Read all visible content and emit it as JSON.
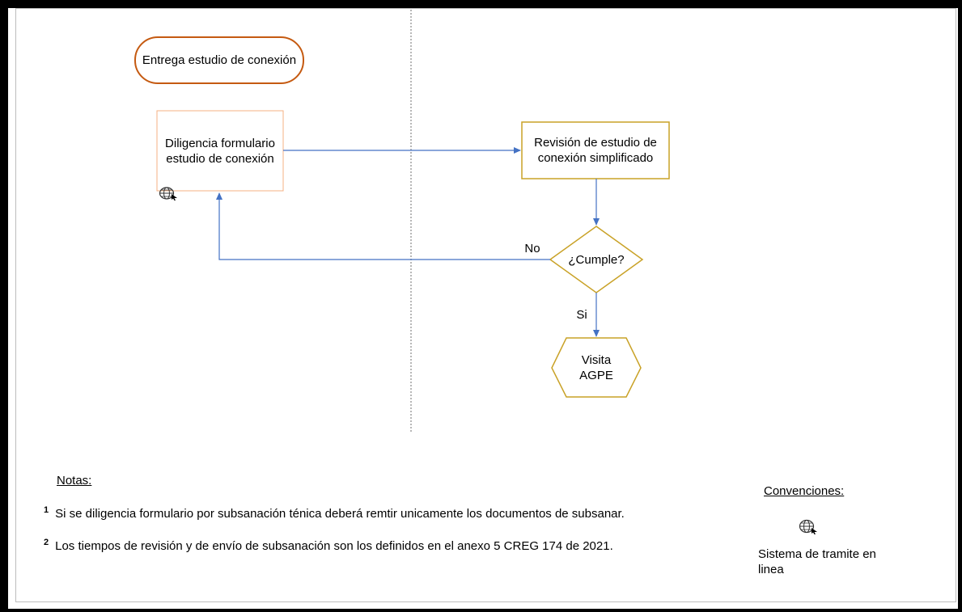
{
  "diagram": {
    "start_label": "Entrega estudio de conexión",
    "step1_label": "Diligencia formulario estudio de conexión",
    "step2_label": "Revisión de estudio de conexión simplificado",
    "decision_label": "¿Cumple?",
    "no_label": "No",
    "yes_label": "Si",
    "end_label": "Visita AGPE"
  },
  "notes": {
    "title": "Notas:",
    "items": [
      {
        "num": "1",
        "text": "Si se diligencia formulario por subsanación ténica deberá remtir unicamente los documentos de subsanar."
      },
      {
        "num": "2",
        "text": "Los tiempos de revisión y de envío de subsanación son los definidos en el anexo 5 CREG 174 de 2021."
      }
    ]
  },
  "conventions": {
    "title": "Convenciones:",
    "icon": "globe-cursor-icon",
    "label": "Sistema de tramite en linea"
  },
  "colors": {
    "start_border": "#c55a11",
    "step1_border": "#f4b183",
    "gold_border": "#c9a227",
    "arrow": "#4472c4"
  }
}
